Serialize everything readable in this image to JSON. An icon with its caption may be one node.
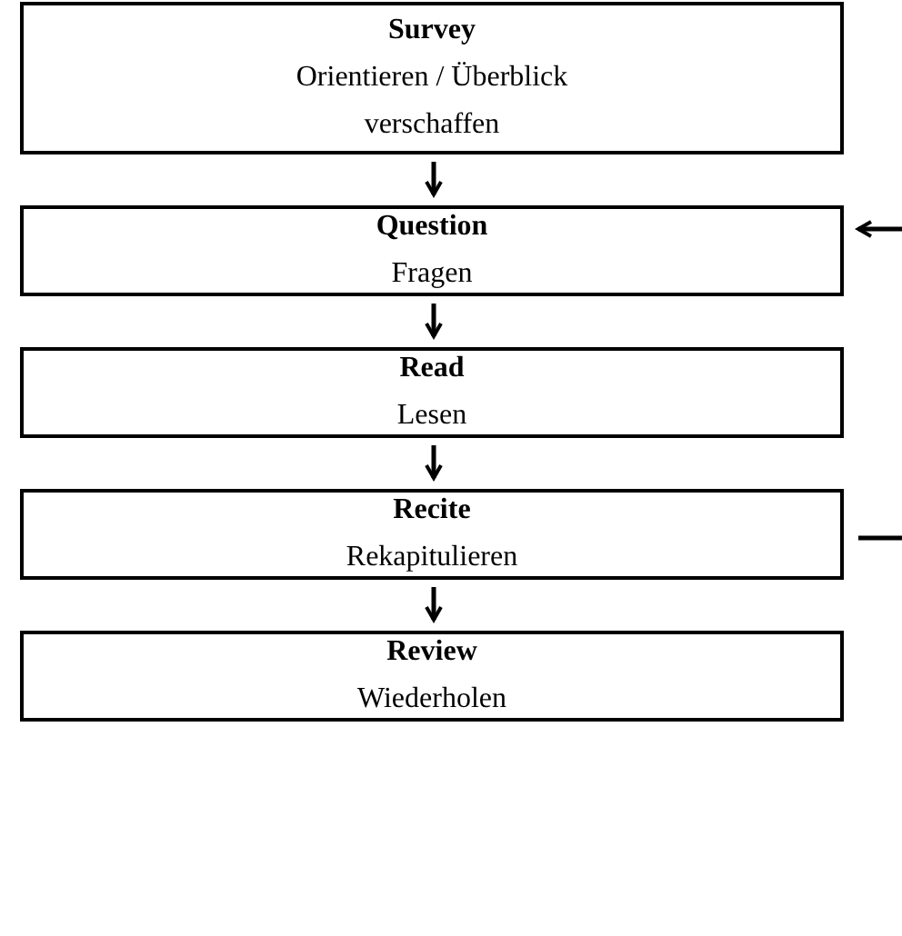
{
  "diagram": {
    "nodes": [
      {
        "text": [
          "Survey",
          "Orientieren / Überblick verschaffen"
        ]
      },
      {
        "text": [
          "Question",
          "Fragen"
        ]
      },
      {
        "text": [
          "Read",
          "Lesen"
        ]
      },
      {
        "text": [
          "Recite",
          "Rekapitulieren"
        ]
      },
      {
        "text": [
          "Review",
          "Wiederholen"
        ]
      }
    ],
    "edges": [
      {
        "from": 0,
        "to": 1,
        "arrow": "to"
      },
      {
        "from": 1,
        "to": 2,
        "arrow": "to"
      },
      {
        "from": 2,
        "to": 3,
        "arrow": "to"
      },
      {
        "from": 3,
        "to": 4,
        "arrow": "to"
      },
      {
        "from": 3,
        "to": 1,
        "arrow": "to"
      }
    ]
  }
}
